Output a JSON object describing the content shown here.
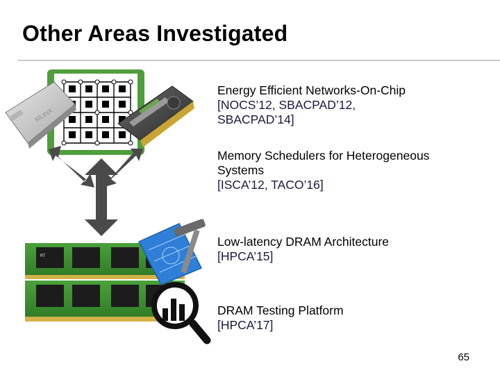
{
  "slide": {
    "title": "Other Areas Investigated",
    "page_number": "65"
  },
  "items": [
    {
      "line1": "Energy Efficient Networks-On-Chip",
      "refs1": "[NOCS’12, SBACPAD’12,",
      "refs2": "SBACPAD’14]"
    },
    {
      "line1": "Memory Schedulers for Heterogeneous",
      "line2": "Systems",
      "refs1": "[ISCA’12, TACO’16]"
    },
    {
      "line1": "Low-latency DRAM Architecture",
      "refs1": "[HPCA’15]"
    },
    {
      "line1": "DRAM Testing Platform",
      "refs1": "[HPCA’17]"
    }
  ],
  "graphics": {
    "fpga_board_label": "XILINX",
    "dram_chip_label": "MT",
    "colors": {
      "arrow": "#4a4a4a",
      "pcb_green": "#3f8f2f",
      "chip_black": "#1c1c1c",
      "gold_pins": "#d4b24a",
      "blueprint_blue": "#2f7fd8",
      "board_silver": "#cfcfcf"
    }
  }
}
